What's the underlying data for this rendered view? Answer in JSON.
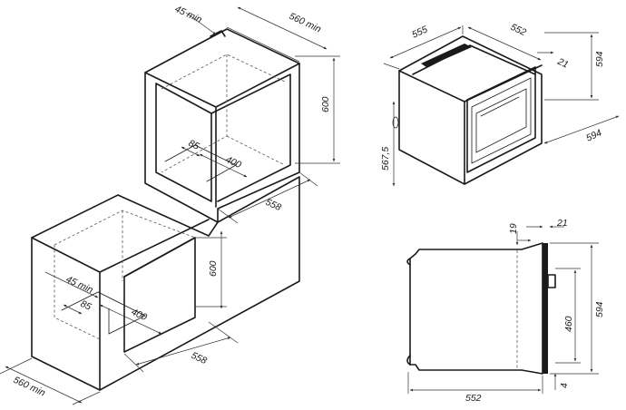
{
  "upper_niche": {
    "depth_min": "560 min",
    "gap_min": "45 min",
    "height": "600",
    "inner_depth": "85",
    "inner_width": "400",
    "width": "558"
  },
  "lower_niche": {
    "gap_min": "45 min",
    "height": "600",
    "inner_depth": "85",
    "inner_width": "400",
    "width": "558",
    "depth_min": "560 min"
  },
  "oven_perspective": {
    "width": "555",
    "depth": "552",
    "front": "21",
    "height": "594",
    "width_front": "594",
    "height_body": "567,5"
  },
  "oven_side": {
    "top_offset": "19",
    "panel": "21",
    "height": "594",
    "inner_height": "460",
    "bottom_offset": "4",
    "depth": "552"
  }
}
